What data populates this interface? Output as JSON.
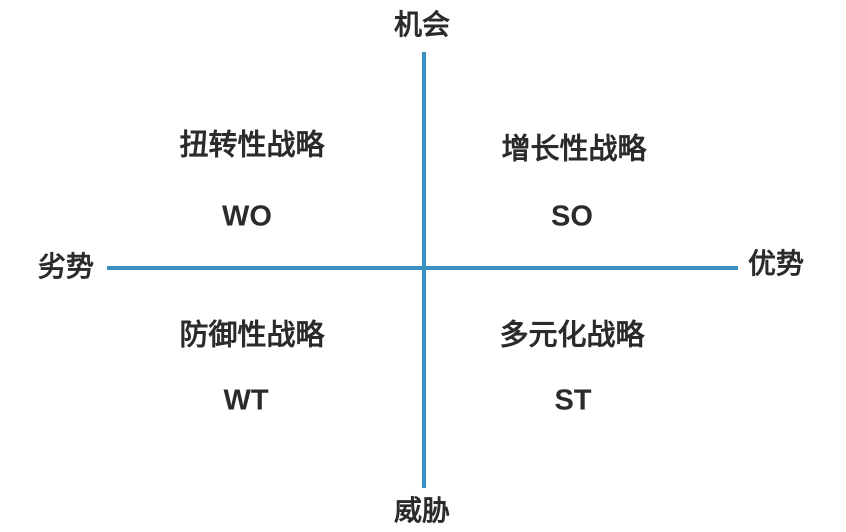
{
  "axes": {
    "top": "机会",
    "bottom": "威胁",
    "left": "劣势",
    "right": "优势"
  },
  "quadrants": {
    "top_left": {
      "title": "扭转性战略",
      "code": "WO"
    },
    "top_right": {
      "title": "增长性战略",
      "code": "SO"
    },
    "bottom_left": {
      "title": "防御性战略",
      "code": "WT"
    },
    "bottom_right": {
      "title": "多元化战略",
      "code": "ST"
    }
  },
  "colors": {
    "axis": "#3b8fc0",
    "text": "#2b2b2b"
  }
}
